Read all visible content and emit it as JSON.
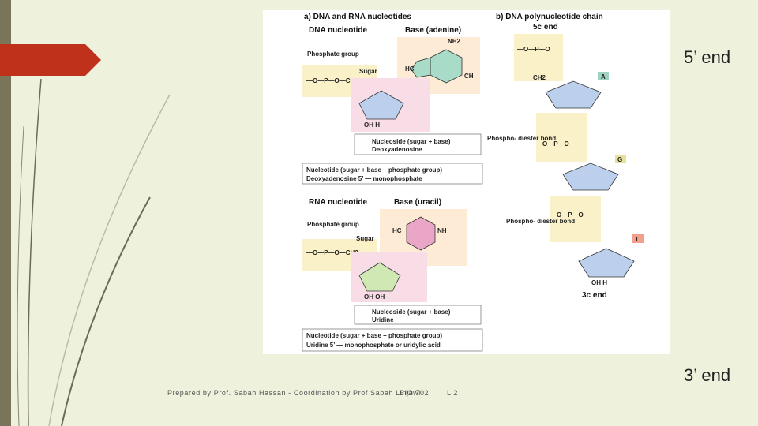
{
  "figure": {
    "panel_a_title": "a) DNA and RNA nucleotides",
    "panel_b_title": "b) DNA polynucleotide chain",
    "dna_nucleotide": "DNA nucleotide",
    "base_adenine": "Base (adenine)",
    "phosphate_group": "Phosphate group",
    "sugar": "Sugar",
    "nucleoside_dna": "Nucleoside (sugar + base)",
    "deoxyadenosine": "Deoxyadenosine",
    "nucleotide_dna": "Nucleotide (sugar + base + phosphate group)",
    "deoxyadenosine_mp": "Deoxyadenosine 5’ — monophosphate",
    "rna_nucleotide": "RNA nucleotide",
    "base_uracil": "Base (uracil)",
    "nucleoside_rna": "Nucleoside (sugar + base)",
    "uridine": "Uridine",
    "nucleotide_rna": "Nucleotide (sugar + base + phosphate group)",
    "uridine_mp": "Uridine 5’ — monophosphate or uridylic acid",
    "five_end_small": "5c end",
    "three_end_small": "3c end",
    "phosphodiester_1": "Phospho- diester bond",
    "phosphodiester_2": "Phospho- diester bond",
    "base_a": "A",
    "base_g": "G",
    "base_t": "T"
  },
  "slide": {
    "label_5_end": "5’ end",
    "label_3_end": "3’ end",
    "footer_credit": "Prepared by Prof. Sabah Hassan - Coordination by Prof Sabah Linjawi",
    "footer_course": "BIO 702",
    "footer_lecture": "L 2"
  },
  "colors": {
    "background": "#eef1dc",
    "accent_arrow": "#c0311c",
    "left_bar": "#7a7558",
    "phosphate_fill": "#fbf1c8",
    "sugar_dna_fill": "#bcd0ee",
    "sugar_rna_fill": "#cfe8b4",
    "nucleoside_fill": "#f8dde6",
    "adenine_fill": "#a9dcc8",
    "uracil_fill": "#eaa6c6"
  }
}
